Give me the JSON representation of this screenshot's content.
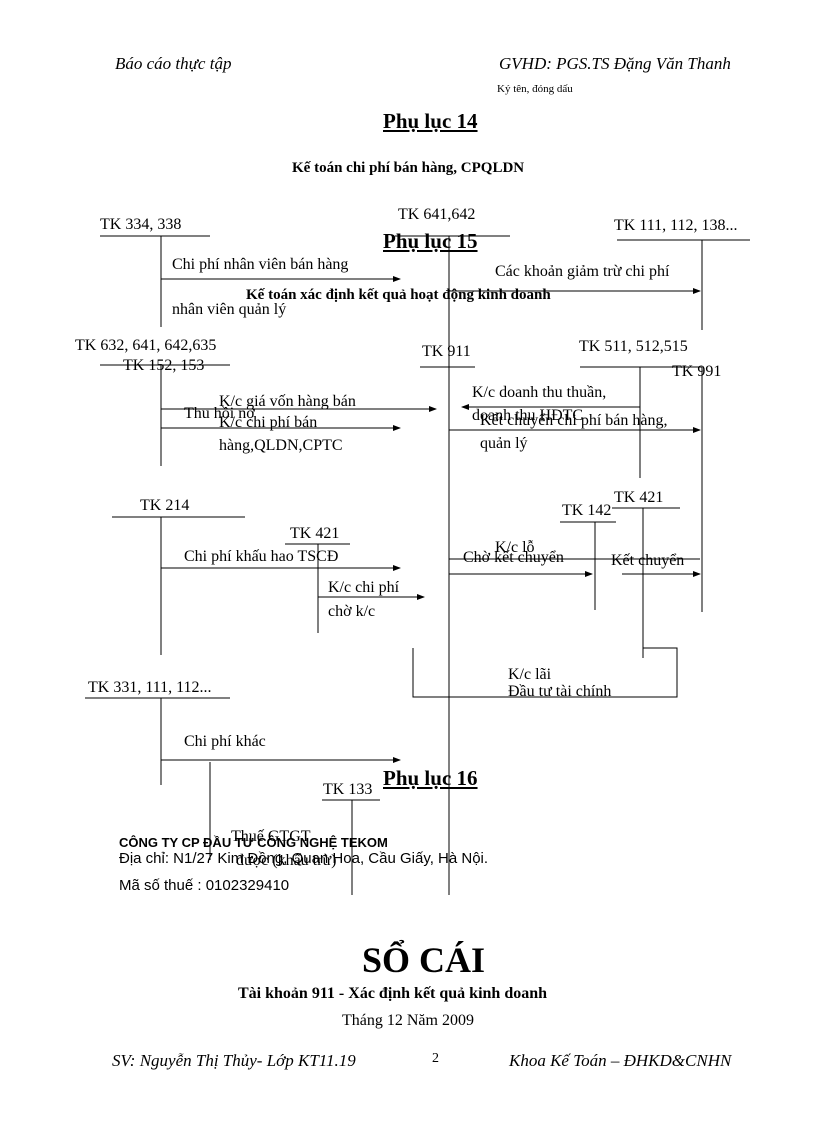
{
  "header": {
    "left": "Báo cáo thực tập",
    "right": "GVHD: PGS.TS Đặng Văn Thanh",
    "sign_note": "Ký tên, đóng dấu"
  },
  "appendix14": {
    "title": "Phụ lục 14",
    "subtitle": "Kế toán chi phí bán hàng, CPQLDN",
    "accounts": {
      "tk334": "TK 334, 338",
      "tk641": "TK 641,642",
      "tk111": "TK 111, 112, 138...",
      "tk152": "TK 152, 153",
      "tk214": "TK 214",
      "tk331": "TK 331, 111, 112...",
      "tk133": "TK 133",
      "tk142": "TK 142",
      "tk911": "TK 911"
    },
    "labels": {
      "staff_cost_1": "Chi phí nhân viên bán hàng",
      "staff_cost_2": "nhân viên quản lý",
      "deductions": "Các khoản giảm trừ chi phí",
      "recovery": "Thu hồi nợ",
      "depreciation": "Chi phí khấu hao TSCĐ",
      "other": "Chi phí khác",
      "vat_1": "Thuế GTGT",
      "vat_2": "được (khấu trừ)",
      "pending": "Chờ kết chuyển",
      "transfer": "Kết chuyển chi phí bán hàng,",
      "management": "quản lý"
    }
  },
  "appendix15": {
    "title": "Phụ lục 15",
    "subtitle": "Kế toán xác định kết quả hoạt động kinh doanh",
    "accounts": {
      "tk632": "TK 632, 641, 642,635",
      "tk911": "TK 911",
      "tk511": "TK 511, 512,515",
      "tk991": "TK 991",
      "tk421a": "TK 421",
      "tk421b": "TK 421"
    },
    "labels": {
      "cogs": "K/c giá vốn hàng bán",
      "expenses_1": "K/c chi phí bán",
      "expenses_2": "hàng,QLDN,CPTC",
      "revenue_1": "K/c doanh thu thuần,",
      "revenue_2": "doanh thu HĐTC",
      "expense_wait_1": "K/c chi phí",
      "expense_wait_2": "chờ k/c",
      "loss": "K/c lỗ",
      "transfer": "Kết chuyển",
      "profit": "K/c lãi",
      "investment": "Đầu tư tài chính"
    }
  },
  "appendix16": {
    "title": "Phụ lục 16",
    "company": "CÔNG TY CP ĐẦU TƯ CÔNG NGHỆ TEKOM",
    "address": "Địa chỉ: N1/27 Kim Đồng, Quan Hoa, Cầu Giấy, Hà Nội.",
    "tax_code": "Mã số thuế : 0102329410",
    "ledger_title": "SỔ CÁI",
    "account_title": "Tài khoản 911 - Xác định kết quả kinh doanh",
    "period": "Tháng 12 Năm 2009"
  },
  "footer": {
    "student": "SV: Nguyễn Thị Thủy- Lớp KT11.19",
    "page": "2",
    "faculty": "Khoa Kế Toán – ĐHKD&CNHN"
  }
}
